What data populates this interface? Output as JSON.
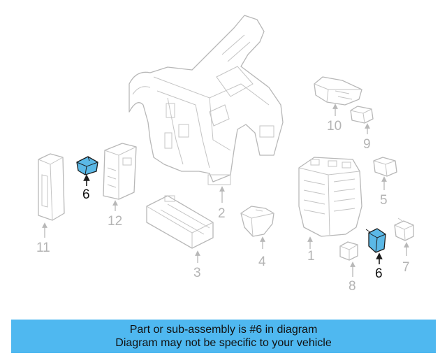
{
  "callouts": {
    "c1": "1",
    "c2": "2",
    "c3": "3",
    "c4": "4",
    "c5": "5",
    "c6a": "6",
    "c6b": "6",
    "c7": "7",
    "c8": "8",
    "c9": "9",
    "c10": "10",
    "c11": "11",
    "c12": "12"
  },
  "highlighted_part": "6",
  "banner": {
    "line1": "Part or sub-assembly is #6 in diagram",
    "line2": "Diagram may not be specific to your vehicle"
  },
  "colors": {
    "highlight": "#5bb8e6",
    "banner": "#4fb8f0",
    "outline": "#b8b8b8",
    "callout_gray": "#b4b4b4",
    "callout_black": "#111111"
  }
}
